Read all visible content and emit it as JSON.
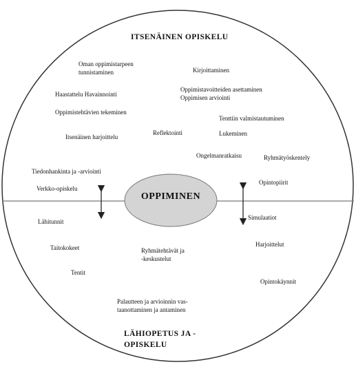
{
  "diagram": {
    "center_label": "OPPIMINEN",
    "top_section_title": "ITSENÄINEN OPISKELU",
    "bottom_section_title_line1": "LÄHIOPETUS JA -",
    "bottom_section_title_line2": "OPISKELU",
    "upper_items": {
      "oman_line1": "Oman oppimistarpeen",
      "oman_line2": "tunnistaminen",
      "kirjoittaminen": "Kirjoittaminen",
      "haastattelu": "Haastattelu Havainnointi",
      "oppimistav_line1": "Oppimistavoitteiden asettaminen",
      "oppimistav_line2": "Oppimisen arviointi",
      "oppimistehtavien": "Oppimistehtävien tekeminen",
      "tenttiin": "Tenttiin valmistautuminen",
      "itsenainen_harjoittelu": "Itsenäinen harjoittelu",
      "reflektointi": "Reflektointi",
      "lukeminen": "Lukeminen",
      "ongelmanratkaisu": "Ongelmanratkaisu",
      "ryhmatyoskentely": "Ryhmätyöskentely",
      "tiedonhankinta": "Tiedonhankinta ja -arviointi",
      "opintopiirit": "Opintopiirit",
      "verkko": "Verkko-opiskelu"
    },
    "lower_items": {
      "simulaatiot": "Simulaatiot",
      "lahitunnit": "Lähitunnit",
      "harjoittelut": "Harjoittelut",
      "taitokokeet": "Taitokokeet",
      "ryhmatehtavat_line1": "Ryhmätehtävät ja",
      "ryhmatehtavat_line2": "-keskustelut",
      "tentit": "Tentit",
      "opintokaynnit": "Opintokäynnit",
      "palaute_line1": "Palautteen ja arvioinnin vas-",
      "palaute_line2": "taanottaminen ja antaminen"
    }
  }
}
